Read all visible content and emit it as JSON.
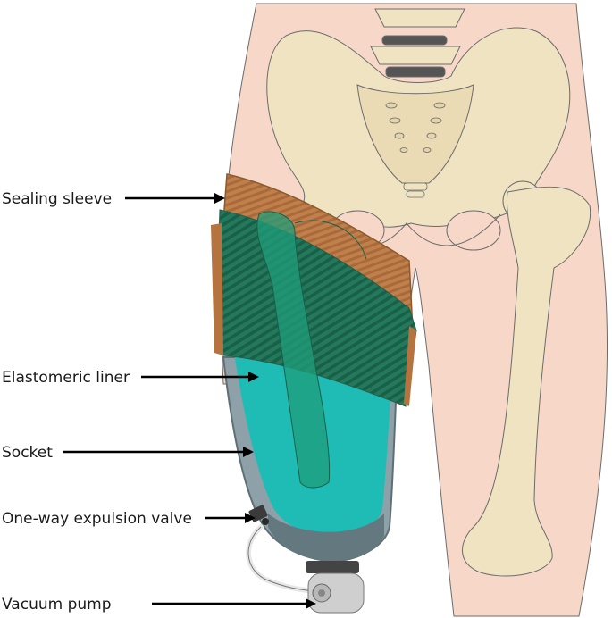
{
  "labels": {
    "sealing_sleeve": "Sealing sleeve",
    "elastomeric_liner": "Elastomeric liner",
    "socket": "Socket",
    "expulsion_valve": "One-way expulsion valve",
    "vacuum_pump": "Vacuum pump"
  },
  "colors": {
    "skin": "#f7d8c8",
    "bone": "#efe3c2",
    "sleeve": "#b5743f",
    "liner": "#1fbcb6",
    "socket": "#8fa1a8",
    "stripes": "#1f6b53",
    "pump": "#c8c8c8"
  }
}
